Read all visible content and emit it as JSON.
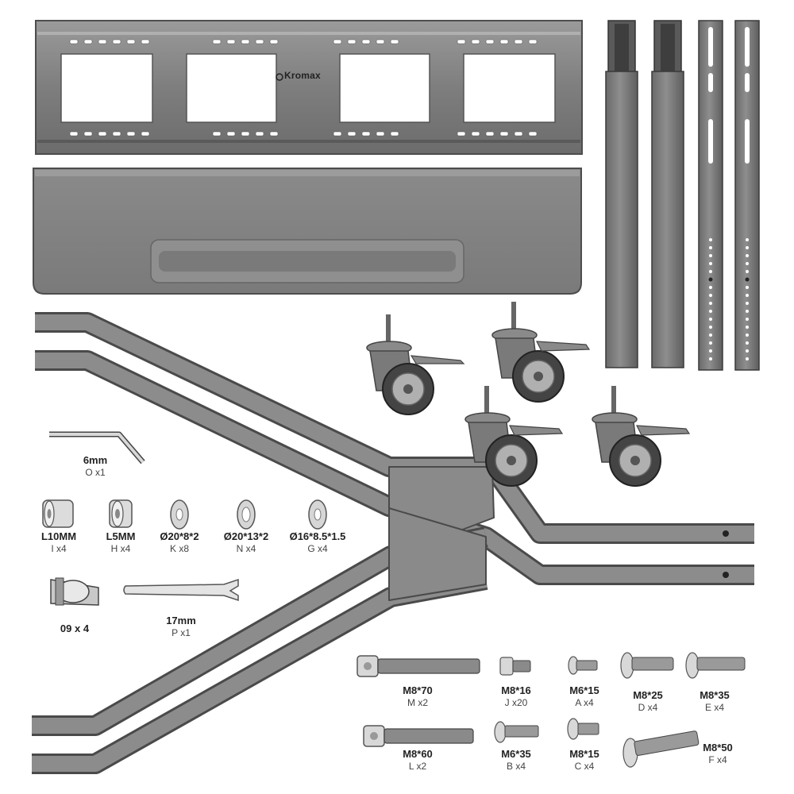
{
  "brand": {
    "name": "Kromax"
  },
  "colors": {
    "metal": "#7d7d7d",
    "metal_dark": "#5a5a5a",
    "metal_light": "#a8a8a8",
    "tire": "#444444",
    "background": "#ffffff"
  },
  "parts": {
    "allen_key": {
      "name": "6mm",
      "qty": "O x1"
    },
    "spacer_l10": {
      "name": "L10MM",
      "qty": "I x4"
    },
    "spacer_l5": {
      "name": "L5MM",
      "qty": "H x4"
    },
    "washer_k": {
      "name": "Ø20*8*2",
      "qty": "K x8"
    },
    "washer_n": {
      "name": "Ø20*13*2",
      "qty": "N x4"
    },
    "washer_g": {
      "name": "Ø16*8.5*1.5",
      "qty": "G x4"
    },
    "cable_clip": {
      "name": "09 x 4"
    },
    "wrench": {
      "name": "17mm",
      "qty": "P x1"
    },
    "bolt_m": {
      "name": "M8*70",
      "qty": "M x2"
    },
    "bolt_j": {
      "name": "M8*16",
      "qty": "J x20"
    },
    "bolt_a": {
      "name": "M6*15",
      "qty": "A x4"
    },
    "bolt_d": {
      "name": "M8*25",
      "qty": "D x4"
    },
    "bolt_e": {
      "name": "M8*35",
      "qty": "E x4"
    },
    "bolt_l": {
      "name": "M8*60",
      "qty": "L x2"
    },
    "bolt_b": {
      "name": "M6*35",
      "qty": "B x4"
    },
    "bolt_c": {
      "name": "M8*15",
      "qty": "C x4"
    },
    "bolt_f": {
      "name": "M8*50",
      "qty": "F x4"
    }
  }
}
